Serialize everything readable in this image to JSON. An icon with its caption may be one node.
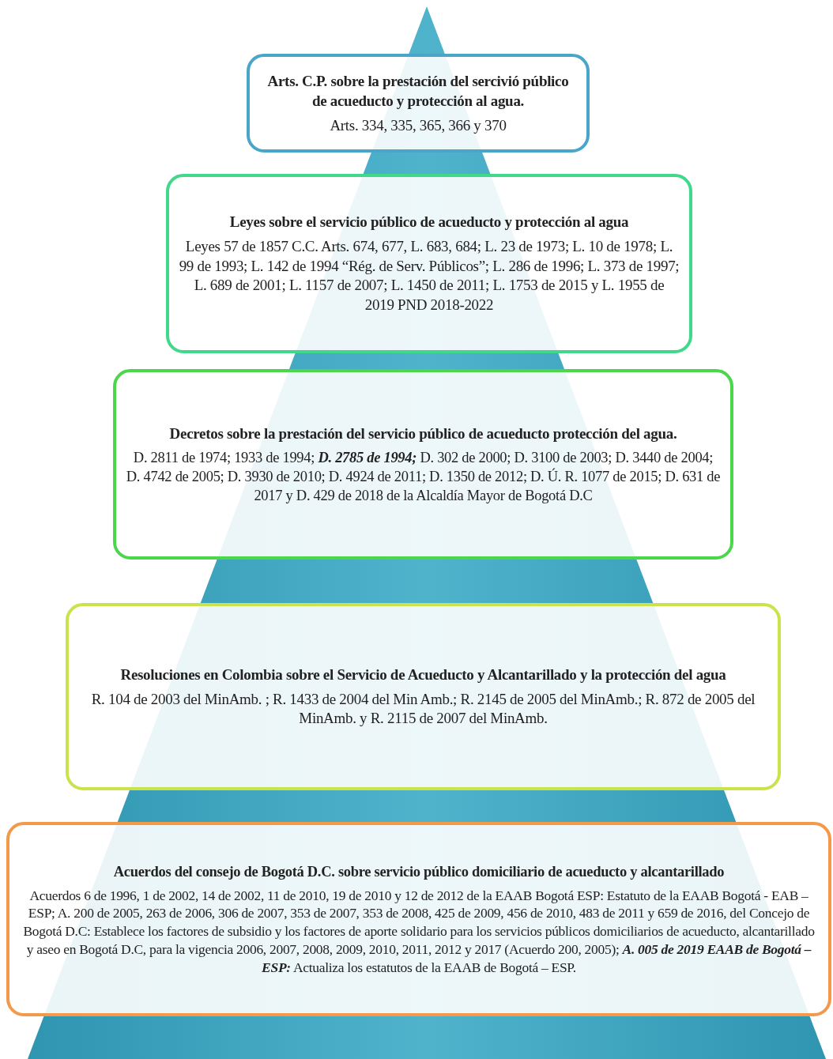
{
  "diagram": {
    "nodes": [
      {
        "text": [
          "Arts. C.P. sobre la prestación del sercivió público de acueducto y protección al agua.",
          "Arts. 334, 335, 365, 366 y 370"
        ]
      },
      {
        "text": [
          "Leyes sobre el servicio público de acueducto y protección al agua",
          "Leyes 57 de 1857 C.C. Arts. 674, 677, L. 683, 684; L. 23 de 1973; L. 10 de 1978; L. 99 de 1993; L. 142 de 1994 “Rég. de Serv. Públicos”; L. 286 de 1996; L. 373 de 1997; L. 689 de 2001; L. 1157 de 2007; L. 1450 de 2011; L. 1753 de 2015 y L. 1955 de 2019 PND 2018-2022"
        ]
      },
      {
        "text": [
          "Decretos sobre la prestación del servicio público de acueducto protección del agua.",
          "D. 2811 de 1974; 1933 de 1994; **D. 2785 de 1994;** D. 302 de 2000; D. 3100 de 2003; D. 3440 de 2004; D. 4742 de 2005; D. 3930 de 2010; D. 4924 de 2011; D. 1350 de 2012; D. Ú. R. 1077 de 2015; D. 631 de 2017 y D. 429 de 2018 de la Alcaldía Mayor de Bogotá D.C"
        ]
      },
      {
        "text": [
          "Resoluciones en Colombia sobre el Servicio de Acueducto y Alcantarillado y la protección del agua",
          "R. 104 de 2003 del MinAmb. ; R. 1433 de 2004 del Min Amb.; R. 2145 de 2005 del MinAmb.; R. 872 de 2005 del MinAmb. y R. 2115 de 2007 del MinAmb."
        ]
      },
      {
        "text": [
          "Acuerdos del consejo de Bogotá D.C. sobre servicio público domiciliario de acueducto y alcantarillado",
          "Acuerdos 6 de 1996, 1 de 2002, 14 de 2002, 11 de 2010, 19 de 2010 y 12 de 2012 de la EAAB Bogotá ESP: Estatuto de la EAAB Bogotá - EAB – ESP; A. 200 de 2005, 263 de 2006, 306 de 2007, 353 de 2007, 353 de 2008, 425 de 2009, 456 de 2010, 483 de 2011 y 659 de 2016, del Concejo de Bogotá D.C: Establece los factores de subsidio y los factores de aporte solidario para los servicios públicos domiciliarios de acueducto, alcantarillado y aseo en Bogotá D.C, para la vigencia 2006, 2007, 2008, 2009, 2010, 2011, 2012 y 2017 (Acuerdo 200, 2005); **A. 005 de 2019 EAAB de Bogotá –ESP:** Actualiza los estatutos de la EAAB de Bogotá – ESP."
        ]
      }
    ],
    "edges": []
  }
}
